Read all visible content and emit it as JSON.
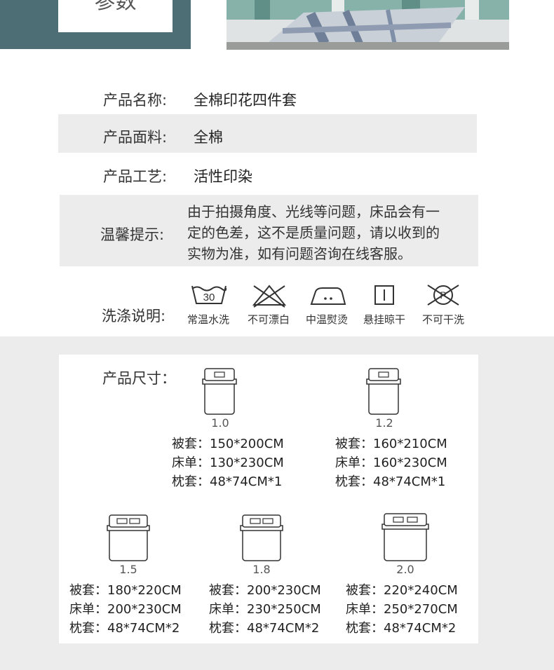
{
  "header": {
    "title": "参数"
  },
  "specs": [
    {
      "label": "产品名称:",
      "value": "全棉印花四件套"
    },
    {
      "label": "产品面料:",
      "value": "全棉"
    },
    {
      "label": "产品工艺:",
      "value": "活性印染"
    }
  ],
  "notice": {
    "label": "温馨提示:",
    "lines": [
      "由于拍摄角度、光线等问题，床品会有一",
      "定的色差，这不是质量问题，请以收到的",
      "实物为准，如有问题咨询在线客服。"
    ]
  },
  "washing": {
    "label": "洗涤说明:",
    "items": [
      {
        "icon": "wash-30-icon",
        "icon_text": "30",
        "label": "常温水洗"
      },
      {
        "icon": "no-bleach-icon",
        "label": "不可漂白"
      },
      {
        "icon": "iron-medium-icon",
        "label": "中温熨烫"
      },
      {
        "icon": "hang-dry-icon",
        "label": "悬挂晾干"
      },
      {
        "icon": "no-dry-clean-icon",
        "icon_text": "P",
        "label": "不可干洗"
      }
    ]
  },
  "sizes": {
    "label": "产品尺寸：",
    "items": [
      {
        "size": "1.0",
        "duvet": "被套：150*200CM",
        "sheet": "床单：130*230CM",
        "pillow": "枕套：48*74CM*1"
      },
      {
        "size": "1.2",
        "duvet": "被套：160*210CM",
        "sheet": "床单：160*230CM",
        "pillow": "枕套：48*74CM*1"
      },
      {
        "size": "1.5",
        "duvet": "被套：180*220CM",
        "sheet": "床单：200*230CM",
        "pillow": "枕套：48*74CM*2"
      },
      {
        "size": "1.8",
        "duvet": "被套：200*230CM",
        "sheet": "床单：230*250CM",
        "pillow": "枕套：48*74CM*2"
      },
      {
        "size": "2.0",
        "duvet": "被套：220*240CM",
        "sheet": "床单：250*270CM",
        "pillow": "枕套：48*74CM*2"
      }
    ]
  },
  "colors": {
    "header_teal": "#4e6e76",
    "band_gray": "#ececec",
    "text": "#333333"
  }
}
